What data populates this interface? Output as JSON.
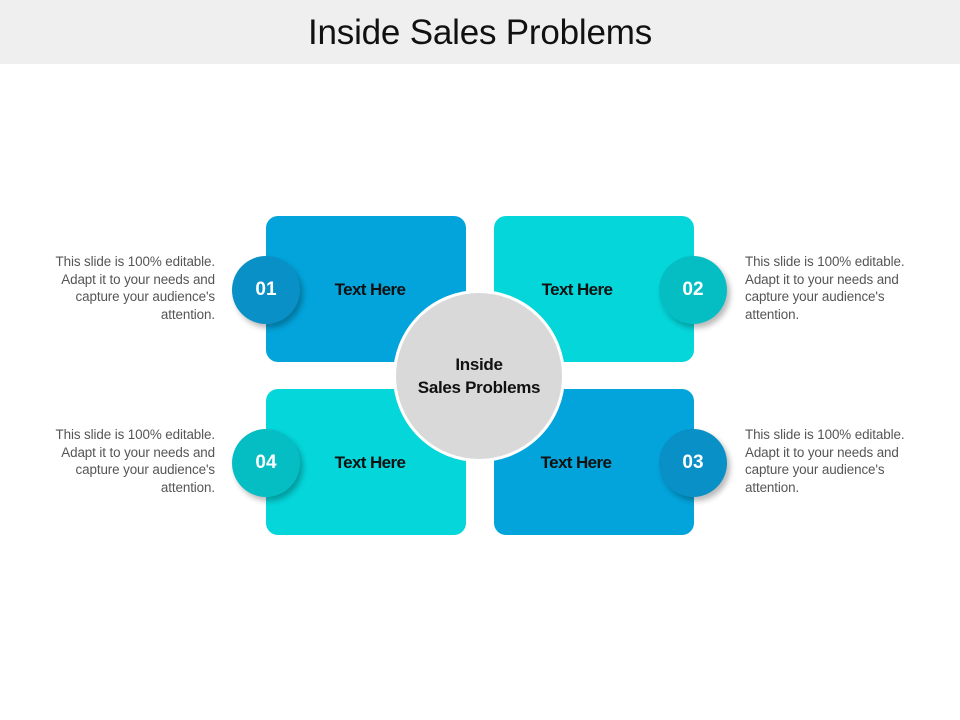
{
  "header": {
    "title": "Inside Sales Problems"
  },
  "center": {
    "line1": "Inside",
    "line2": "Sales Problems"
  },
  "colors": {
    "blue": "#03a4db",
    "cyan": "#05d6da",
    "badge_blue": "#0990c6",
    "badge_cyan": "#04bec4",
    "center_gray": "#d9d9d9",
    "title_bar": "#efefef"
  },
  "items": [
    {
      "number": "01",
      "label": "Text Here",
      "description": "This slide is 100% editable. Adapt it to your needs and capture your audience's attention."
    },
    {
      "number": "02",
      "label": "Text Here",
      "description": "This slide is 100% editable. Adapt it to your needs and capture your audience's attention."
    },
    {
      "number": "03",
      "label": "Text Here",
      "description": "This slide is 100% editable. Adapt it to your needs and capture your audience's attention."
    },
    {
      "number": "04",
      "label": "Text Here",
      "description": "This slide is 100% editable. Adapt it to your needs and capture your audience's attention."
    }
  ]
}
